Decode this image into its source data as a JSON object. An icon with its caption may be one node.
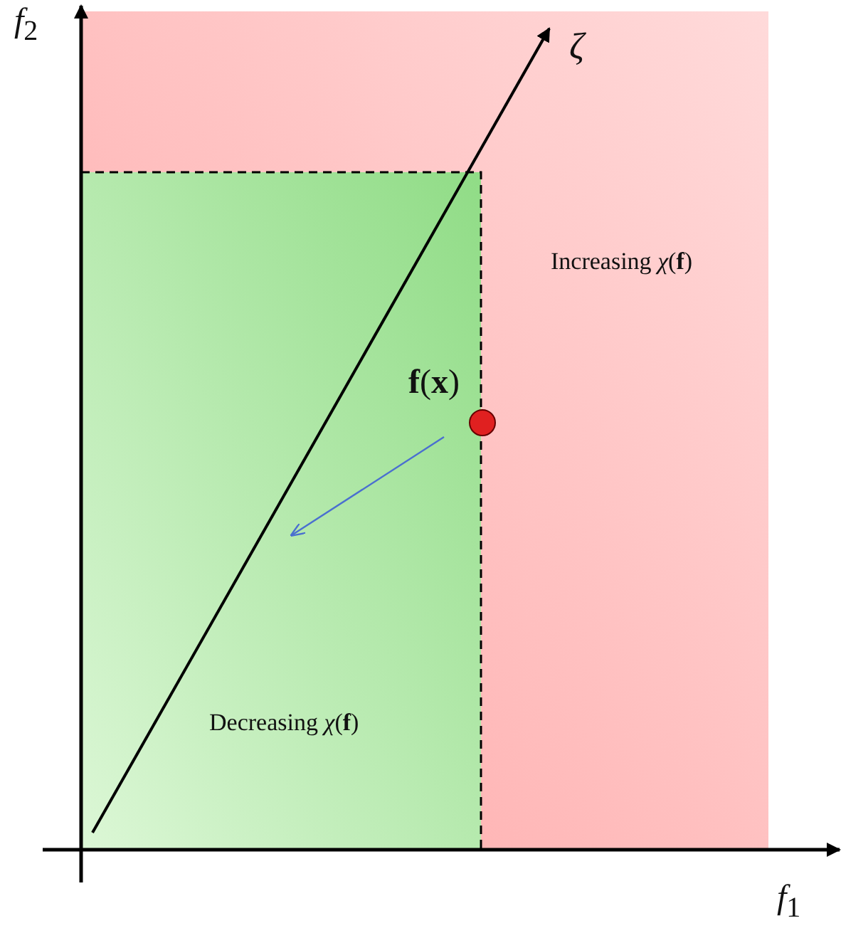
{
  "diagram": {
    "labels": [
      "*f*$_{2}$",
      "*ζ*",
      "**f**(**x**)",
      "Increasing *χ*(**f**)",
      "Decreasing *χ*(**f**)",
      "*f*$_{1}$"
    ]
  }
}
